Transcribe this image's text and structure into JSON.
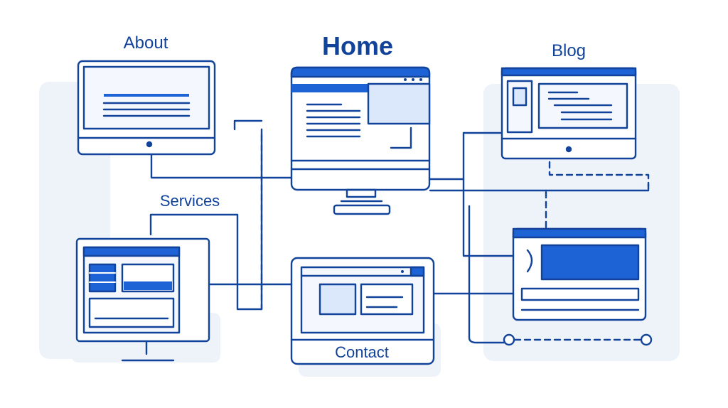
{
  "nodes": {
    "home": "Home",
    "about": "About",
    "blog": "Blog",
    "services": "Services",
    "contact": "Contact"
  },
  "colors": {
    "stroke": "#12439a",
    "accent": "#1e63d6",
    "light_fill": "#dbe8fb",
    "screen_bg": "#f4f8fe",
    "backdrop": "#eef3fa"
  }
}
